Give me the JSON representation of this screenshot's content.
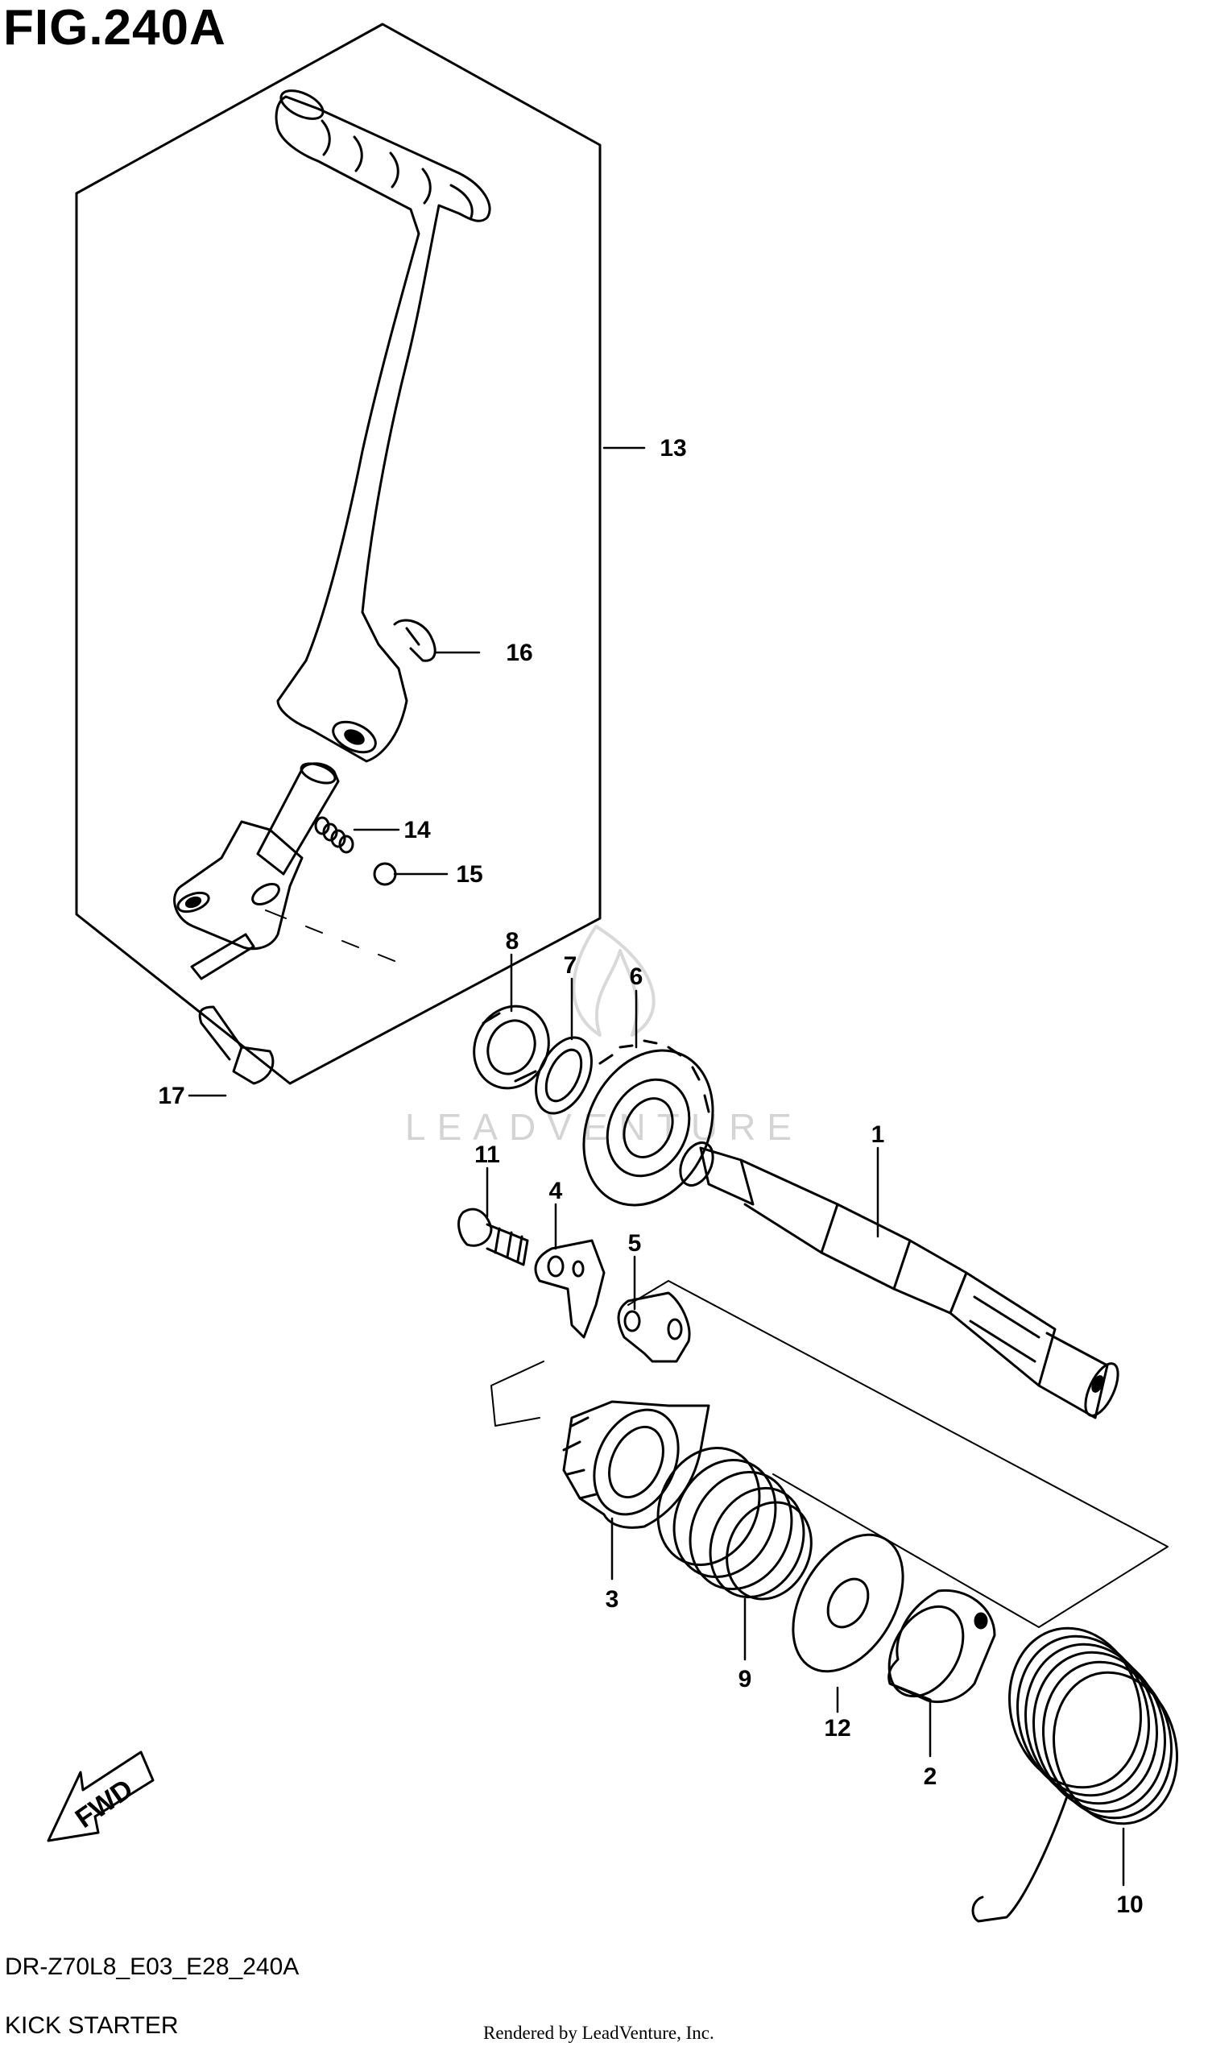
{
  "figure": {
    "title": "FIG.240A",
    "code": "DR-Z70L8_E03_E28_240A",
    "name": "KICK STARTER",
    "credit": "Rendered by LeadVenture, Inc.",
    "watermark": "LEADVENTURE"
  },
  "direction_arrow": {
    "label": "FWD"
  },
  "callouts": [
    "1",
    "2",
    "3",
    "4",
    "5",
    "6",
    "7",
    "8",
    "9",
    "10",
    "11",
    "12",
    "13",
    "14",
    "15",
    "16",
    "17"
  ],
  "colors": {
    "line": "#000000",
    "background": "#ffffff",
    "watermark": "#d9d9d9"
  }
}
